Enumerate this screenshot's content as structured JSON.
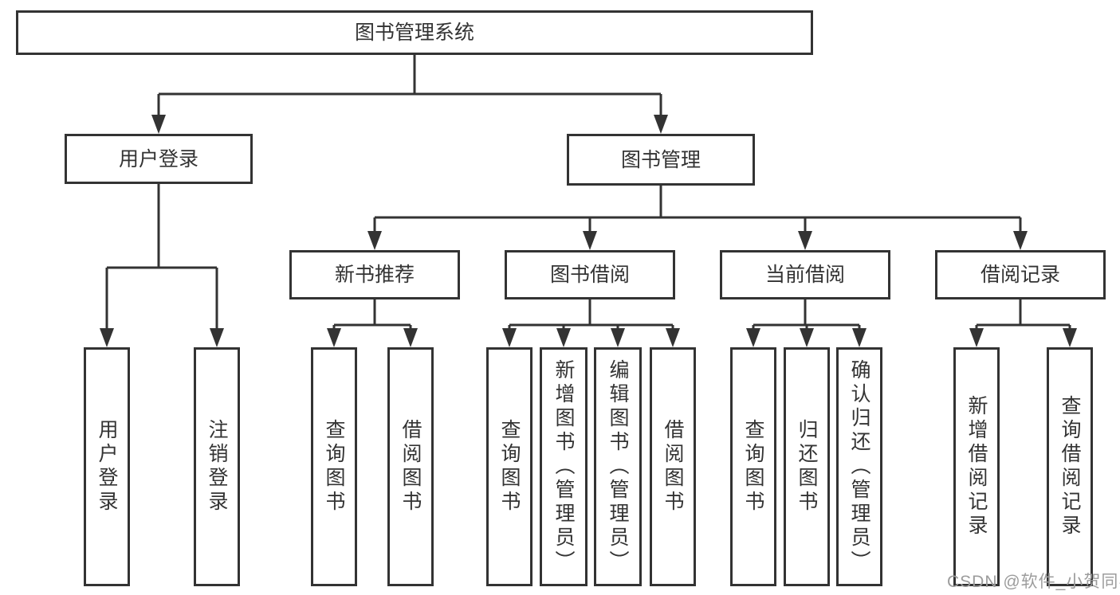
{
  "diagram": {
    "root_label": "图书管理系统",
    "level2": [
      {
        "label": "用户登录",
        "children": [
          "用户登录",
          "注销登录"
        ]
      },
      {
        "label": "图书管理",
        "children": [
          {
            "label": "新书推荐",
            "children": [
              "查询图书",
              "借阅图书"
            ]
          },
          {
            "label": "图书借阅",
            "children": [
              "查询图书",
              "新增图书（管理员）",
              "编辑图书（管理员）",
              "借阅图书"
            ]
          },
          {
            "label": "当前借阅",
            "children": [
              "查询图书",
              "归还图书",
              "确认归还（管理员）"
            ]
          },
          {
            "label": "借阅记录",
            "children": [
              "新增借阅记录",
              "查询借阅记录"
            ]
          }
        ]
      }
    ]
  },
  "watermark": {
    "text": "CSDN @软件_小贺同学"
  },
  "colors": {
    "line": "#333333",
    "text": "#333333",
    "box_background": "#ffffff",
    "page_background": "#ffffff",
    "watermark": "#9c9c9c"
  }
}
